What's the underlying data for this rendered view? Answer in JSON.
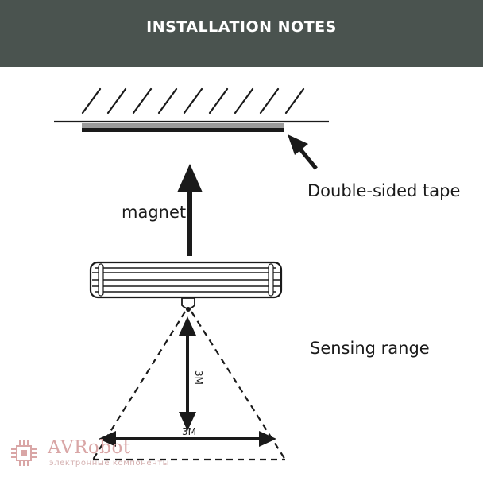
{
  "header": {
    "title": "INSTALLATION NOTES"
  },
  "labels": {
    "magnet": "magnet",
    "tape": "Double-sided tape",
    "sensing": "Sensing range",
    "vertical_distance": "3M",
    "horizontal_distance": "3M"
  },
  "watermark": {
    "name": "AVRobot",
    "subtitle": "электронные компоненты"
  },
  "colors": {
    "header_bg": "#4a534f",
    "line": "#1a1a1a",
    "watermark": "#d9a6a6"
  }
}
